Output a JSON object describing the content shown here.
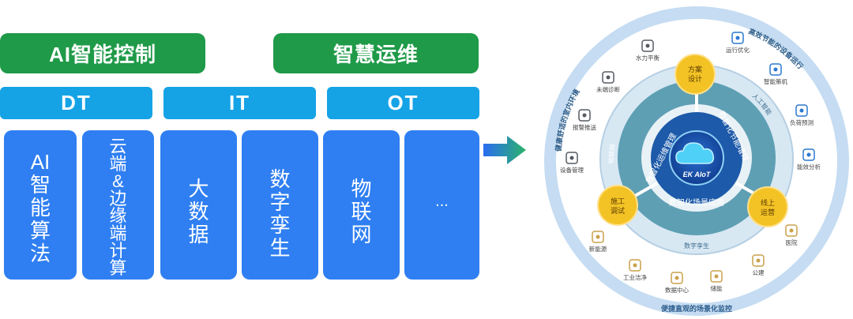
{
  "top_bars": [
    {
      "label": "AI智能控制"
    },
    {
      "label": "智慧运维"
    }
  ],
  "layer_bars": [
    {
      "label": "DT"
    },
    {
      "label": "IT"
    },
    {
      "label": "OT"
    }
  ],
  "columns": [
    {
      "chars": [
        "AI",
        "智",
        "能",
        "算",
        "法"
      ]
    },
    {
      "chars": [
        "云",
        "端",
        "&",
        "边",
        "缘",
        "端",
        "计",
        "算"
      ]
    },
    {
      "chars": [
        "大",
        "数",
        "据"
      ]
    },
    {
      "chars": [
        "数",
        "字",
        "孪",
        "生"
      ]
    },
    {
      "chars": [
        "物",
        "联",
        "网"
      ]
    },
    {
      "chars": [
        "..."
      ]
    }
  ],
  "ring": {
    "center_title": "EK AIoT",
    "outer_arc_top_left": "健康舒适的室内环境",
    "outer_arc_top_right": "高效节能的设备运行",
    "outer_arc_bottom": "便捷直观的场景化监控",
    "mid_labels": {
      "left": "物联网",
      "right": "人工智能",
      "bottom": "数字孪生"
    },
    "inner_segments": [
      "数智化运维管理",
      "数智化节能增效",
      "数智化场景应用"
    ],
    "nodes": [
      {
        "label": "方案\n设计"
      },
      {
        "label": "施工\n调试"
      },
      {
        "label": "线上\n运营"
      }
    ],
    "icons": [
      {
        "name": "水力平衡",
        "icon": "chart-icon"
      },
      {
        "name": "未端诊断",
        "icon": "thermometer-icon"
      },
      {
        "name": "报警推送",
        "icon": "bell-icon"
      },
      {
        "name": "设备管理",
        "icon": "device-icon"
      },
      {
        "name": "运行优化",
        "icon": "atom-icon"
      },
      {
        "name": "智能策机",
        "icon": "ai-icon"
      },
      {
        "name": "负荷预测",
        "icon": "pulse-icon"
      },
      {
        "name": "能效分析",
        "icon": "bars-icon"
      },
      {
        "name": "新能源",
        "icon": "solar-icon"
      },
      {
        "name": "工业洁净",
        "icon": "layers-icon"
      },
      {
        "name": "数据中心",
        "icon": "recycle-icon"
      },
      {
        "name": "储能",
        "icon": "battery-icon"
      },
      {
        "name": "公建",
        "icon": "building-icon"
      },
      {
        "name": "医院",
        "icon": "hospital-icon"
      }
    ]
  }
}
